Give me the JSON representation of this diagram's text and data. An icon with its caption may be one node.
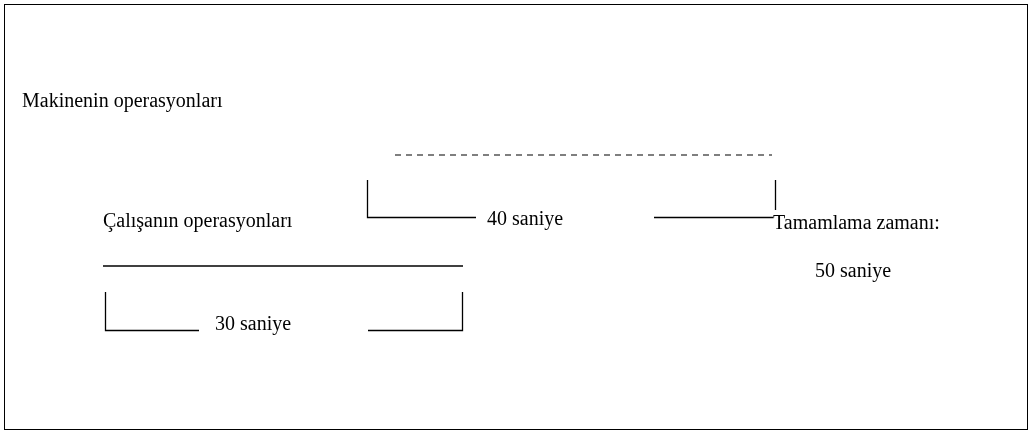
{
  "diagram": {
    "labels": [
      "Makinenin operasyonları",
      "40 saniye",
      "Çalışanın operasyonları",
      "Tamamlama zamanı:",
      "50 saniye",
      "30 saniye"
    ]
  }
}
